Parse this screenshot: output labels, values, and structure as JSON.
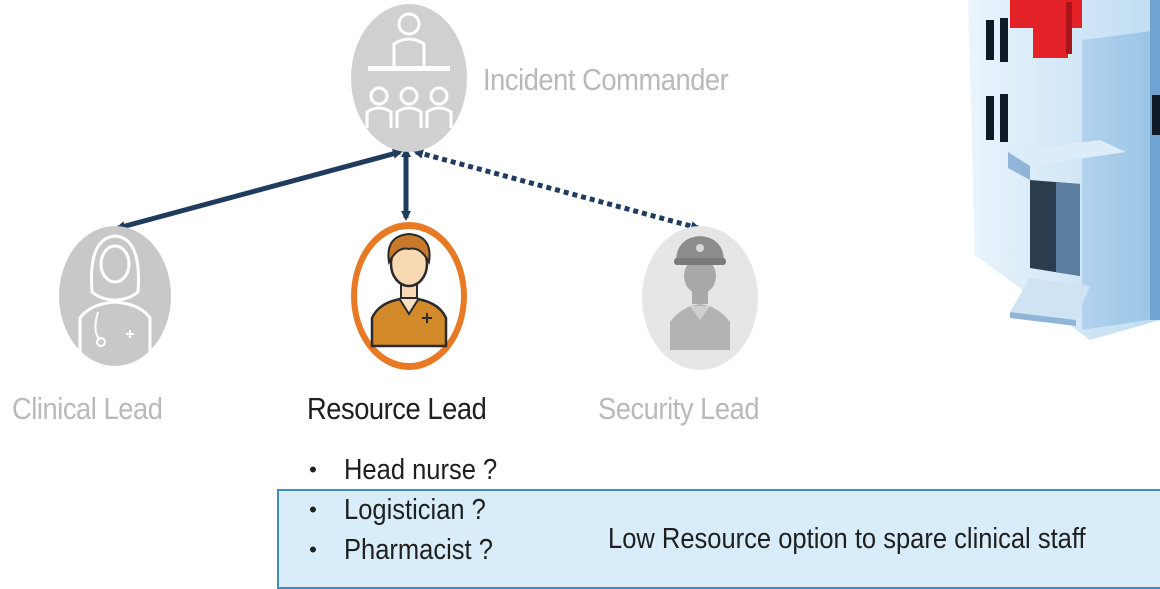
{
  "nodes": {
    "incident_commander": {
      "label": "Incident Commander"
    },
    "clinical_lead": {
      "label": "Clinical Lead"
    },
    "resource_lead": {
      "label": "Resource Lead"
    },
    "security_lead": {
      "label": "Security Lead"
    }
  },
  "resource_options": [
    "Head nurse ?",
    "Logistician ?",
    "Pharmacist ?"
  ],
  "callout": {
    "text": "Low Resource option to spare clinical staff"
  },
  "colors": {
    "highlight": "#e87a25",
    "connector": "#1f3c5f",
    "inactive": "#c8c8c8",
    "callout_fill": "#d8edf9",
    "callout_border": "#3d8cc4"
  }
}
